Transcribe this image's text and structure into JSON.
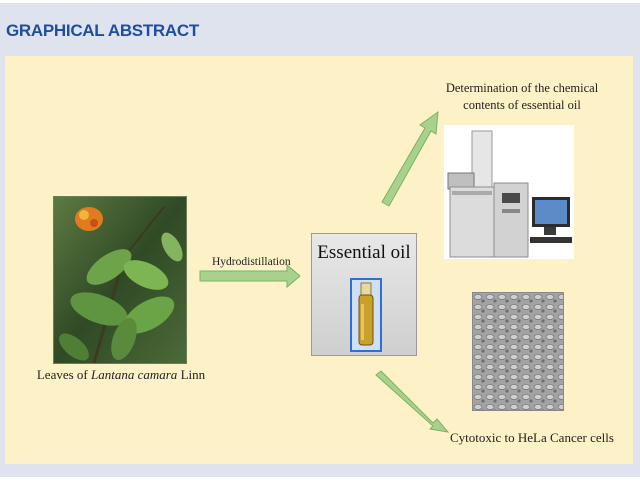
{
  "header": {
    "title": "GRAPHICAL ABSTRACT"
  },
  "diagram": {
    "leaves_caption_prefix": "Leaves of ",
    "leaves_caption_species": "Lantana camara",
    "leaves_caption_suffix": " Linn",
    "process_label": "Hydrodistillation",
    "product_label": "Essential oil",
    "outcome_chemical_line1": "Determination of the chemical",
    "outcome_chemical_line2": "contents of essential oil",
    "outcome_cytotoxic": "Cytotoxic to HeLa Cancer cells"
  },
  "colors": {
    "header_text": "#1f4ea1",
    "frame_background": "#dfe3ee",
    "panel_background": "#fdf1c7",
    "arrow_fill": "#a9d18e",
    "arrow_stroke": "#7fb063",
    "vial_border": "#2d6fd6"
  }
}
